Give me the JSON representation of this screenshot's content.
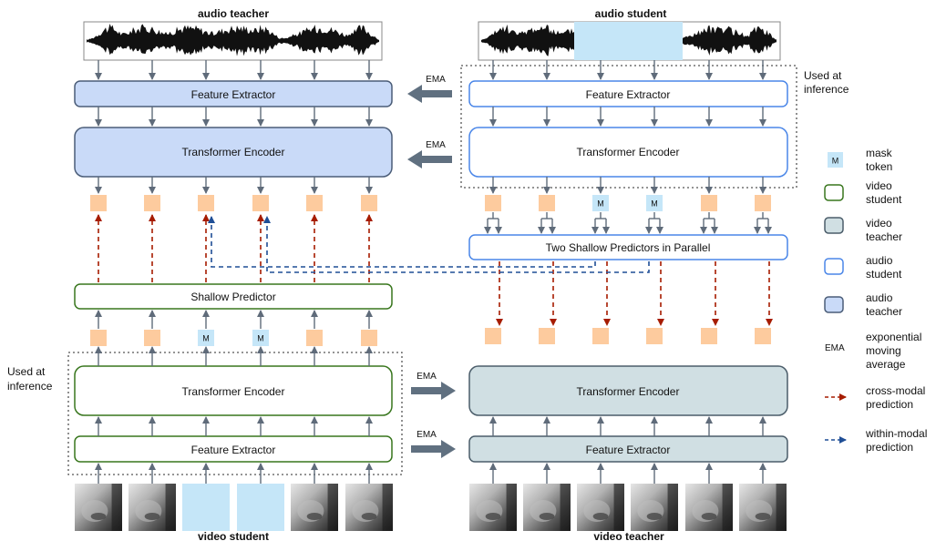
{
  "titles": {
    "audio_teacher": "audio teacher",
    "audio_student": "audio student",
    "video_student": "video student",
    "video_teacher": "video teacher"
  },
  "blocks": {
    "feature_extractor": "Feature Extractor",
    "transformer_encoder": "Transformer Encoder",
    "shallow_predictor": "Shallow Predictor",
    "two_shallow_predictors": "Two Shallow Predictors in Parallel"
  },
  "notes": {
    "used_at": "Used at",
    "inference": "inference",
    "ema": "EMA",
    "mask_token": "M"
  },
  "legend": {
    "mask": [
      "mask",
      "token"
    ],
    "video_student": [
      "video",
      "student"
    ],
    "video_teacher": [
      "video",
      "teacher"
    ],
    "audio_student": [
      "audio",
      "student"
    ],
    "audio_teacher": [
      "audio",
      "teacher"
    ],
    "ema": [
      "exponential",
      "moving",
      "average"
    ],
    "ema_symbol": "EMA",
    "cross_modal": [
      "cross-modal",
      "prediction"
    ],
    "within_modal": [
      "within-modal",
      "prediction"
    ]
  },
  "colors": {
    "audio_teacher_fill": "#c9daf8",
    "audio_student_stroke": "#4a86e8",
    "video_student_stroke": "#38761d",
    "video_teacher_fill": "#d0dfe3",
    "token_fill": "#fdcb9e",
    "mask_fill": "#c5e6f8",
    "cross_modal": "#a61c00",
    "within_modal": "#1f4e96",
    "arrow": "#5f6b7a",
    "ema_arrow": "#607080"
  }
}
